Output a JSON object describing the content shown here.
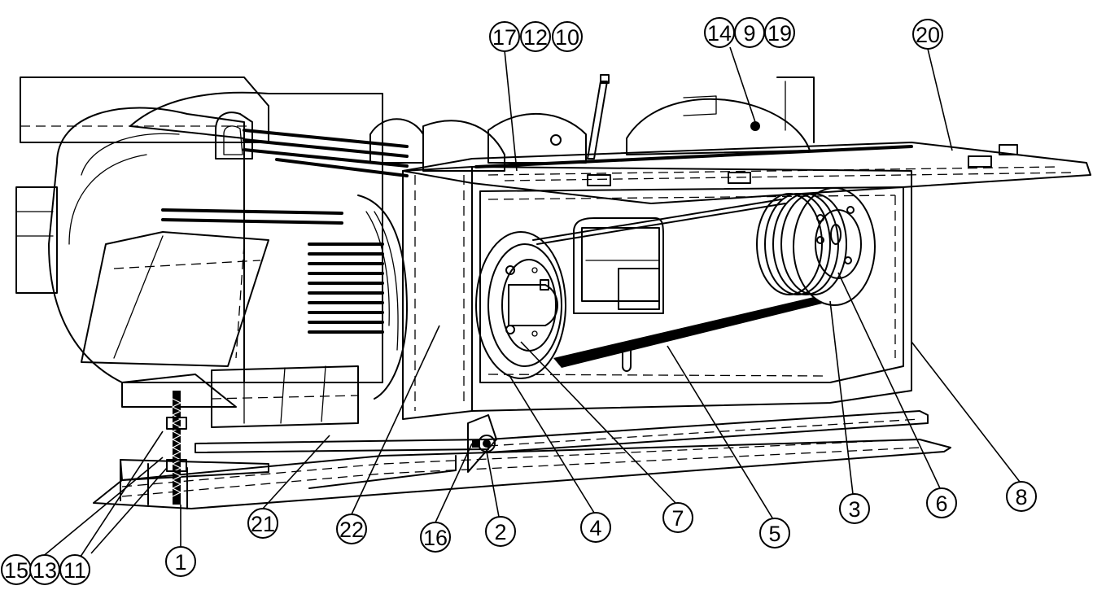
{
  "callouts": {
    "c15": "15",
    "c13": "13",
    "c11": "11",
    "c1": "1",
    "c21": "21",
    "c22": "22",
    "c16": "16",
    "c2": "2",
    "c4": "4",
    "c7": "7",
    "c5": "5",
    "c3": "3",
    "c6": "6",
    "c8": "8",
    "c17": "17",
    "c12": "12",
    "c10": "10",
    "c14": "14",
    "c9": "9",
    "c19": "19",
    "c20": "20"
  }
}
